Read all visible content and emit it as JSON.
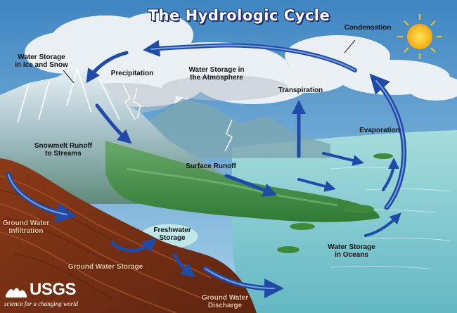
{
  "title": "The Hydrologic Cycle",
  "labels": {
    "condensation": "Condensation",
    "ice_snow": "Water Storage\nin Ice and Snow",
    "precipitation": "Precipitation",
    "atmosphere": "Water Storage in\nthe Atmosphere",
    "transpiration": "Transpiration",
    "evaporation": "Evaporation",
    "snowmelt": "Snowmelt Runoff\nto Streams",
    "surface_runoff": "Surface Runoff",
    "infiltration": "Ground Water\nInfiltration",
    "freshwater": "Freshwater\nStorage",
    "gw_storage": "Ground Water Storage",
    "oceans": "Water Storage\nin Oceans",
    "gw_discharge": "Ground Water\nDischarge"
  },
  "logo": {
    "name": "USGS",
    "tagline": "science for a changing world"
  },
  "colors": {
    "arrow": "#1f4aa8",
    "arrow_light": "#9fc4ec",
    "title_outline": "#1d2c6b",
    "sky": "#8fbfe0",
    "ocean": "#7fc8cf",
    "soil": "#7a3214",
    "vegetation": "#3f8a3a",
    "sun": "#f7c21a"
  }
}
